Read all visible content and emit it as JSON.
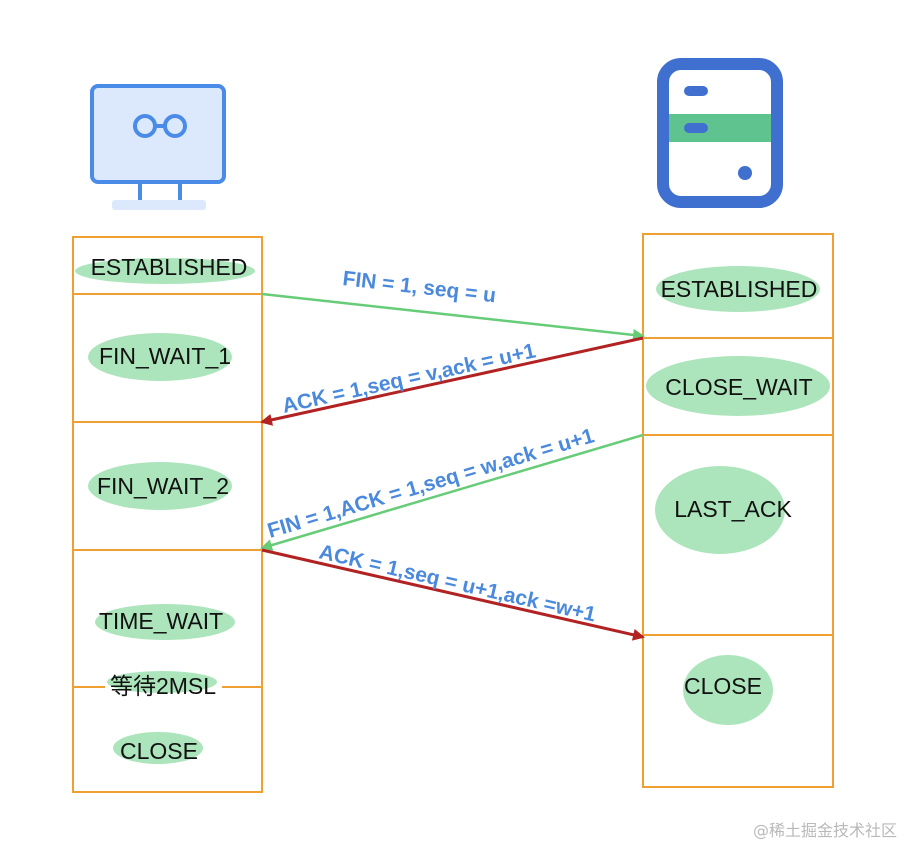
{
  "client": {
    "icon": "desktop-computer-icon",
    "states": [
      "ESTABLISHED",
      "FIN_WAIT_1",
      "FIN_WAIT_2",
      "TIME_WAIT",
      "等待2MSL",
      "CLOSE"
    ]
  },
  "server": {
    "icon": "server-icon",
    "states": [
      "ESTABLISHED",
      "CLOSE_WAIT",
      "LAST_ACK",
      "CLOSE"
    ]
  },
  "messages": [
    {
      "label": "FIN = 1, seq = u",
      "direction": "client-to-server",
      "color": "#66cc77"
    },
    {
      "label": "ACK = 1,seq = v,ack = u+1",
      "direction": "server-to-client",
      "color": "#b22222"
    },
    {
      "label": "FIN = 1,ACK = 1,seq = w,ack = u+1",
      "direction": "server-to-client",
      "color": "#66cc77"
    },
    {
      "label": "ACK = 1,seq = u+1,ack =w+1",
      "direction": "client-to-server",
      "color": "#b22222"
    }
  ],
  "colors": {
    "box_border": "#f0a030",
    "highlight": "#9ee0b0",
    "label_blue": "#4a89dc",
    "client_icon": "#4a8be8",
    "server_icon": "#3f6fcf",
    "server_bar": "#5fc38f"
  },
  "watermark": "@稀土掘金技术社区"
}
